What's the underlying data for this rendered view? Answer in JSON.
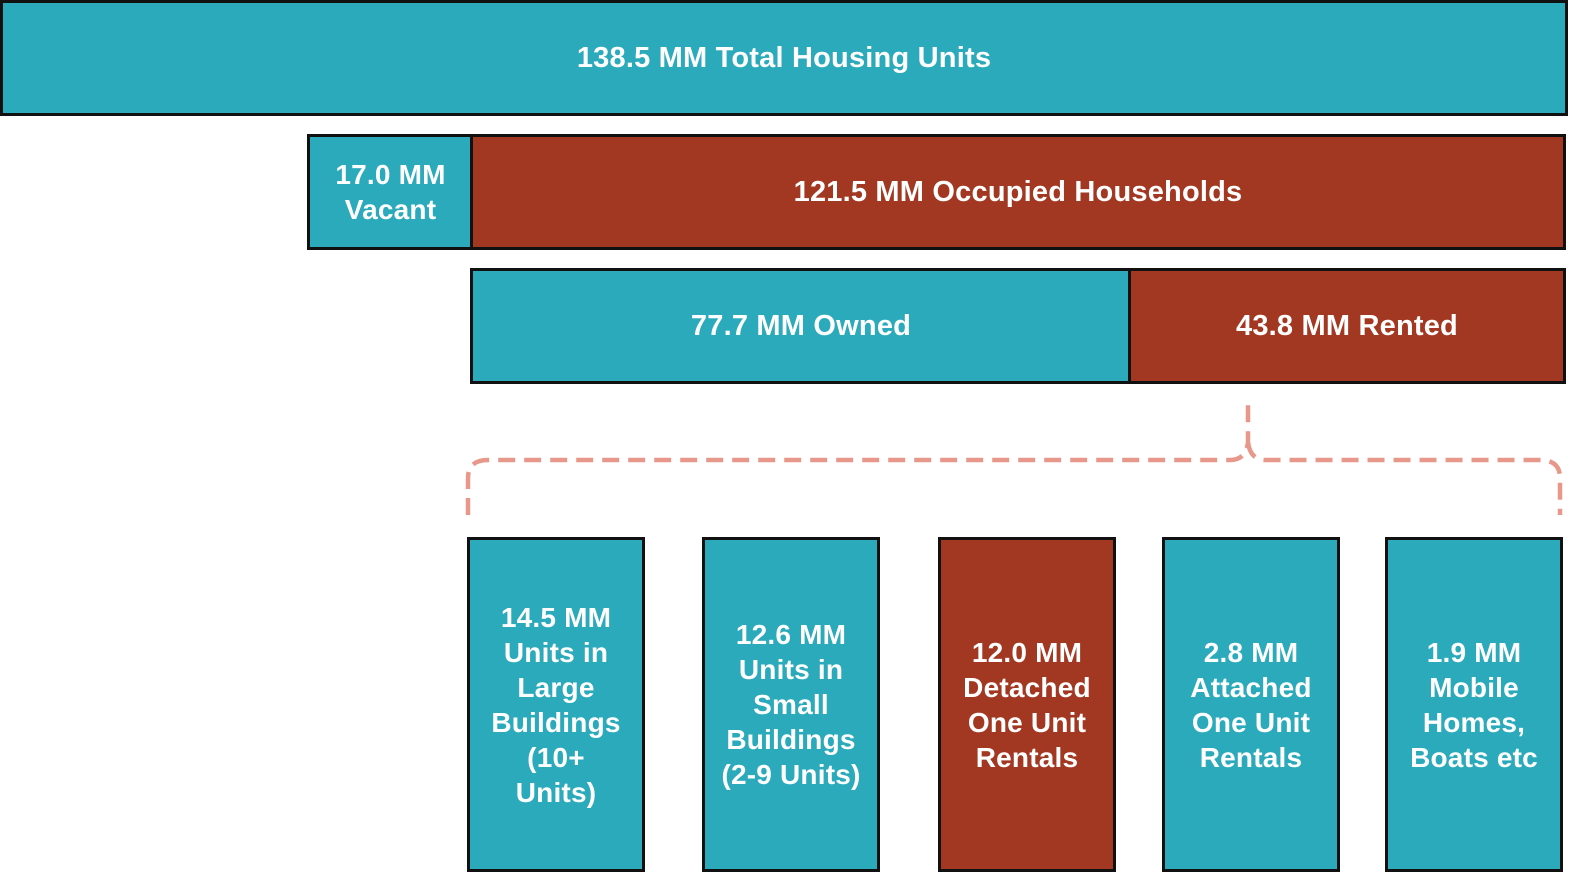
{
  "colors": {
    "teal": "#2baabb",
    "rust": "#a33822",
    "border": "#111111",
    "brace": "#e7988a"
  },
  "total": {
    "label": "138.5 MM Total Housing Units"
  },
  "vacant": {
    "label": "17.0 MM\nVacant"
  },
  "occupied": {
    "label": "121.5 MM Occupied Households"
  },
  "owned": {
    "label": "77.7 MM Owned"
  },
  "rented": {
    "label": "43.8 MM Rented"
  },
  "rental_types": [
    {
      "label": "14.5 MM\nUnits in\nLarge\nBuildings\n(10+\nUnits)"
    },
    {
      "label": "12.6 MM\nUnits in\nSmall\nBuildings\n(2-9 Units)"
    },
    {
      "label": "12.0 MM\nDetached\nOne Unit\nRentals"
    },
    {
      "label": "2.8 MM\nAttached\nOne Unit\nRentals"
    },
    {
      "label": "1.9 MM\nMobile\nHomes,\nBoats etc"
    }
  ]
}
